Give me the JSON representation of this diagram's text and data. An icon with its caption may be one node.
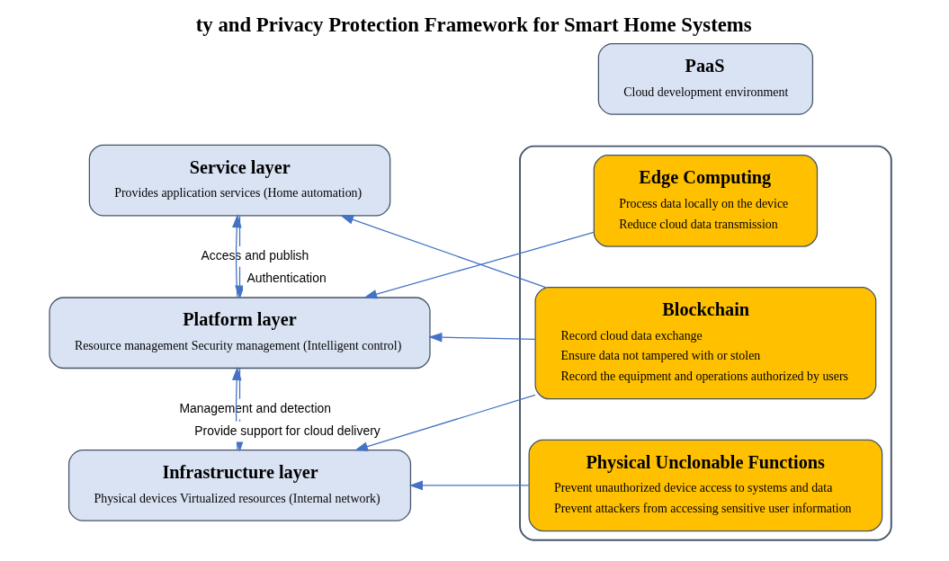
{
  "diagram": {
    "title": "ty and Privacy Protection Framework for Smart Home Systems",
    "nodes": [
      {
        "text": [
          "Service layer",
          "Provides application services (Home automation)"
        ]
      },
      {
        "text": [
          "Platform layer",
          "Resource management Security management (Intelligent control)"
        ]
      },
      {
        "text": [
          "Infrastructure layer",
          "Physical devices Virtualized resources (Internal network)"
        ]
      },
      {
        "text": [
          "PaaS",
          "Cloud development environment"
        ]
      },
      {
        "text": [],
        "shape": "box"
      },
      {
        "text": [
          "Blockchain",
          "Record cloud data exchange",
          "Ensure data not tampered with or stolen",
          "Record the equipment and operations authorized by users"
        ],
        "in": 4
      },
      {
        "text": [
          "Physical Unclonable Functions",
          "Prevent unauthorized device access to systems and data",
          "Prevent attackers from accessing sensitive user information"
        ],
        "in": 4
      },
      {
        "text": [
          "Edge Computing",
          "Process data locally on the device",
          "Reduce cloud data transmission"
        ],
        "in": 4
      }
    ],
    "edges": [
      {
        "from": 0,
        "to": 1,
        "arrow": "to",
        "label": "Access and publish"
      },
      {
        "from": 1,
        "to": 0,
        "arrow": "to",
        "label": "Authentication"
      },
      {
        "from": 1,
        "to": 2,
        "arrow": "to",
        "label": "Management and detection"
      },
      {
        "from": 2,
        "to": 1,
        "arrow": "to",
        "label": "Provide support for cloud delivery"
      },
      {
        "from": 5,
        "to": 0,
        "arrow": "to"
      },
      {
        "from": 5,
        "to": 1,
        "arrow": "to"
      },
      {
        "from": 5,
        "to": 2,
        "arrow": "to"
      },
      {
        "from": 6,
        "to": 2,
        "arrow": "to"
      },
      {
        "from": 7,
        "to": 1,
        "arrow": "to"
      }
    ]
  }
}
